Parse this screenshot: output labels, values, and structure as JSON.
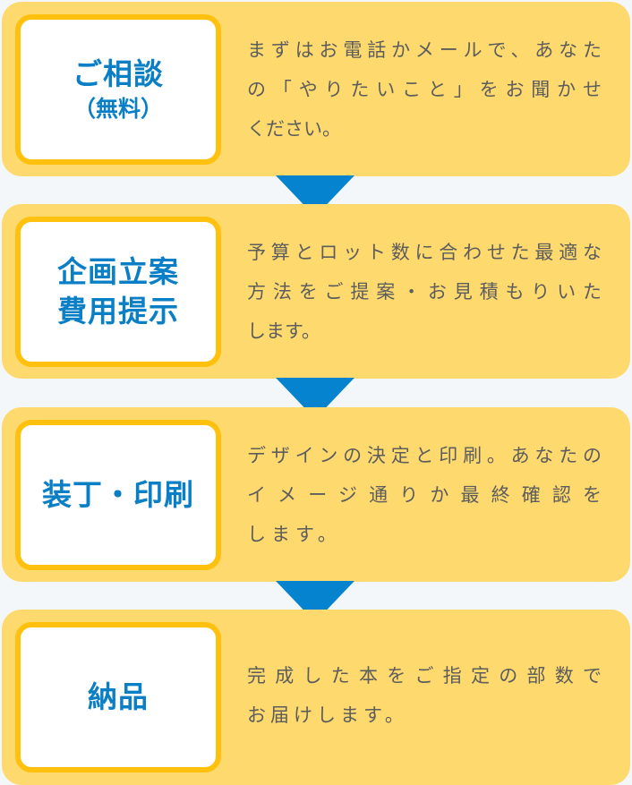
{
  "colors": {
    "card": "#FDD96E",
    "border": "#FFC10E",
    "title": "#0A7FC6",
    "arrow": "#0683CE",
    "background": "#F4F7F9"
  },
  "steps": [
    {
      "title": "ご相談",
      "subtitle": "（無料）",
      "lines": [
        "まずはお電話かメールで、あなた",
        "の「やりたいこと」をお聞かせ",
        "ください。"
      ]
    },
    {
      "title": "企画立案",
      "subtitle": "費用提示",
      "lines": [
        "予算とロット数に合わせた最適な",
        "方法をご提案・お見積もりいた",
        "します。"
      ]
    },
    {
      "title": "装丁・印刷",
      "subtitle": "",
      "lines": [
        "デザインの決定と印刷。あなたの",
        "イメージ通りか最終確認を",
        "します。"
      ]
    },
    {
      "title": "納品",
      "subtitle": "",
      "lines": [
        "完成した本をご指定の部数で",
        "お届けします。"
      ]
    }
  ]
}
